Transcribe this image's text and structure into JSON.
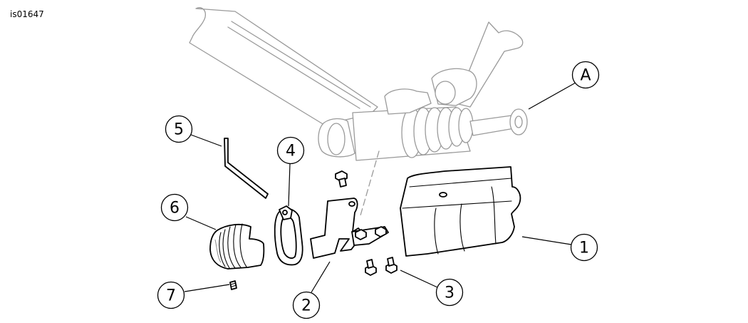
{
  "figure_id": "is01647",
  "callouts": {
    "A": "A",
    "c1": "1",
    "c2": "2",
    "c3": "3",
    "c4": "4",
    "c5": "5",
    "c6": "6",
    "c7": "7"
  }
}
